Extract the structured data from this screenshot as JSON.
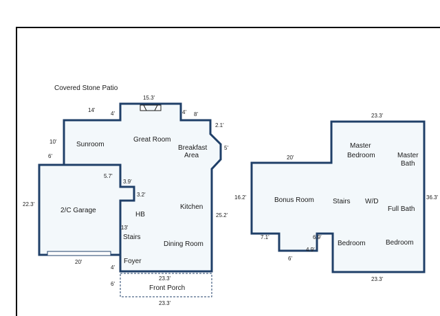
{
  "colors": {
    "wall": "#1f3f68",
    "floor": "#f3f8fb",
    "porch_line": "#1f3f68",
    "text": "#1a1a1a"
  },
  "first_floor": {
    "patio_label": "Covered Stone Patio",
    "rooms": {
      "sunroom": "Sunroom",
      "great_room": "Great Room",
      "breakfast_line1": "Breakfast",
      "breakfast_line2": "Area",
      "garage": "2/C Garage",
      "hb": "HB",
      "kitchen": "Kitchen",
      "stairs": "Stairs",
      "dining_room": "Dining Room",
      "foyer": "Foyer",
      "front_porch": "Front Porch"
    },
    "dimensions": {
      "top_15_3": "15.3'",
      "left_14": "14'",
      "step_4_a": "4'",
      "step_4_b": "4'",
      "top_8": "8'",
      "bay_2_1": "2.1'",
      "bay_5": "5'",
      "sunroom_10": "10'",
      "garage_6": "6'",
      "garage_22_3": "22.3'",
      "notch_5_7": "5.7'",
      "notch_3_9": "3.9'",
      "notch_3_2": "3.2'",
      "stairs_13": "13'",
      "right_25_2": "25.2'",
      "garage_20": "20'",
      "foyer_4": "4'",
      "porch_23_3_top": "23.3'",
      "porch_6": "6'",
      "porch_23_3_bottom": "23.3'"
    }
  },
  "second_floor": {
    "rooms": {
      "master_bedroom_line1": "Master",
      "master_bedroom_line2": "Bedroom",
      "master_bath_line1": "Master",
      "master_bath_line2": "Bath",
      "bonus_room": "Bonus Room",
      "stairs": "Stairs",
      "wd": "W/D",
      "full_bath": "Full Bath",
      "bedroom_left": "Bedroom",
      "bedroom_right": "Bedroom"
    },
    "dimensions": {
      "top_23_3": "23.3'",
      "left_20": "20'",
      "left_16_2": "16.2'",
      "right_36_3": "36.3'",
      "notch_7_1": "7.1'",
      "notch_6_9": "6.9'",
      "notch_4_9": "4.9'",
      "notch_6": "6'",
      "bottom_23_3": "23.3'"
    }
  }
}
